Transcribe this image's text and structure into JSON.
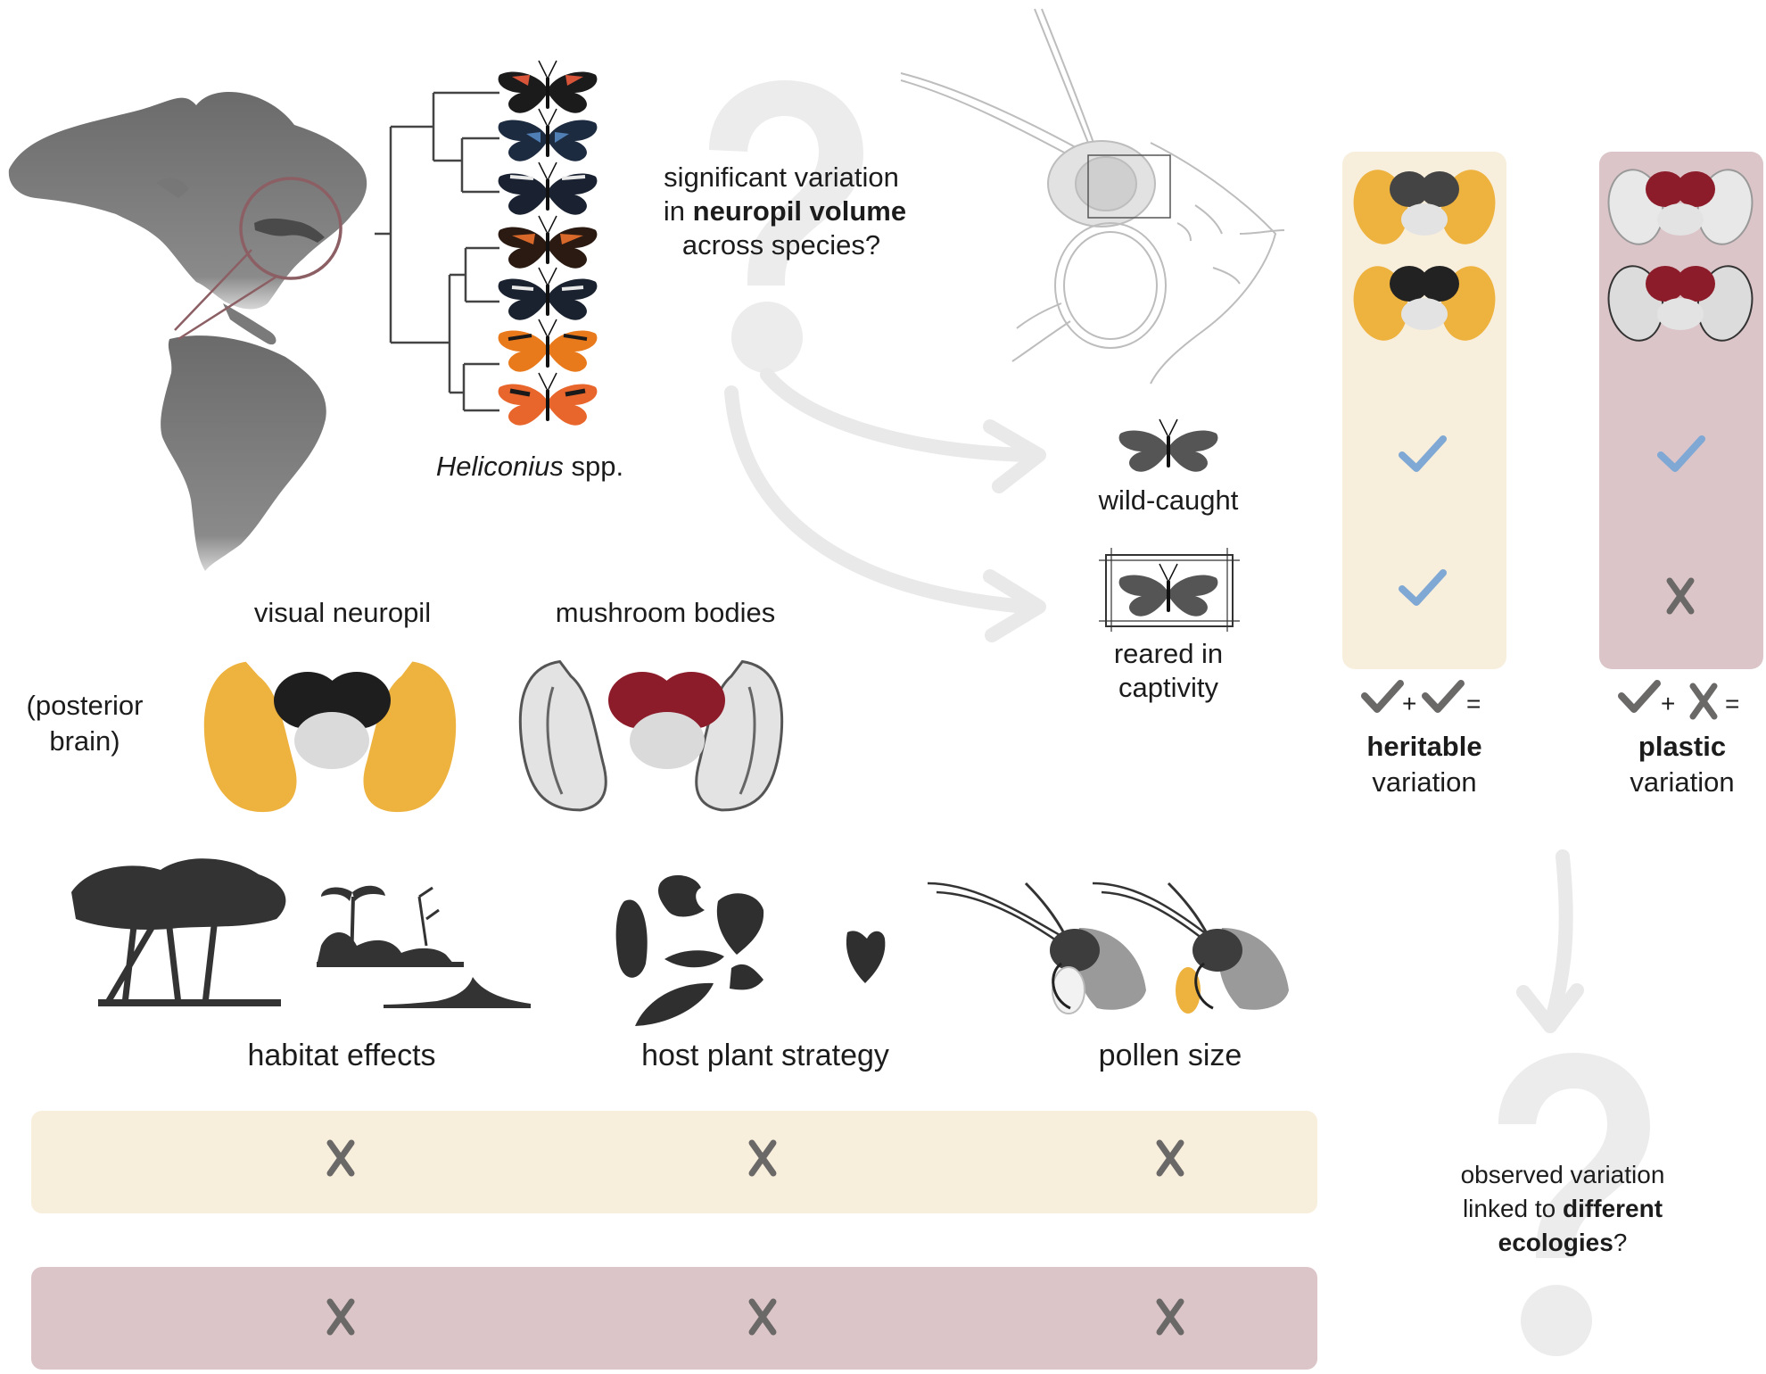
{
  "tree": {
    "label": "Heliconius",
    "label_suffix": " spp."
  },
  "question1": {
    "line1": "significant variation",
    "line2_pre": "in ",
    "line2_bold": "neuropil volume",
    "line3": "across species?"
  },
  "conditions": {
    "wild": "wild-caught",
    "reared_1": "reared in",
    "reared_2": "captivity"
  },
  "brain": {
    "side_label_1": "(posterior",
    "side_label_2": "brain)",
    "visual": "visual neuropil",
    "mushroom": "mushroom bodies"
  },
  "columns": {
    "plus": "+",
    "equals": "=",
    "heritable_bold": "heritable",
    "heritable_rest": "variation",
    "plastic_bold": "plastic",
    "plastic_rest": "variation"
  },
  "ecology": {
    "habitat": "habitat effects",
    "host": "host plant strategy",
    "pollen": "pollen size"
  },
  "question2": {
    "line1": "observed variation",
    "line2_pre": "linked to ",
    "line2_bold": "different",
    "line3_bold": "ecologies",
    "line3_post": "?"
  },
  "colors": {
    "cream": "#f8eedc",
    "mauve": "#dcc5c8",
    "orange": "#eeb23e",
    "dark_red": "#8d1c2a",
    "check_blue": "#7fa8d4",
    "x_grey": "#6b6868"
  },
  "icons": [
    "map-icon",
    "butterfly-icon",
    "brain-icon",
    "tree-icon",
    "leaf-icon",
    "head-icon",
    "check-icon",
    "x-icon",
    "arrow-icon",
    "question-mark-icon"
  ]
}
